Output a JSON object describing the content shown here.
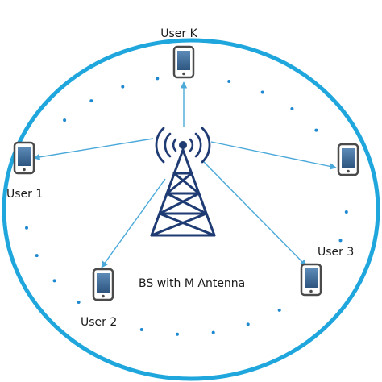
{
  "diagram": {
    "colors": {
      "circle": "#1fa6dc",
      "arrow": "#4aa9d9",
      "dot": "#1e88d0",
      "tower": "#1f3b73",
      "phone_body": "#4a4a4a",
      "phone_screen": "#3d6b9a",
      "text": "#1a1a1a"
    },
    "labels": {
      "user_k": "User K",
      "user_1": "User 1",
      "user_2": "User 2",
      "user_3": "User 3",
      "bs": "BS with M Antenna"
    },
    "icons": {
      "tower": "cell-tower-icon",
      "phone": "mobile-phone-icon"
    }
  }
}
